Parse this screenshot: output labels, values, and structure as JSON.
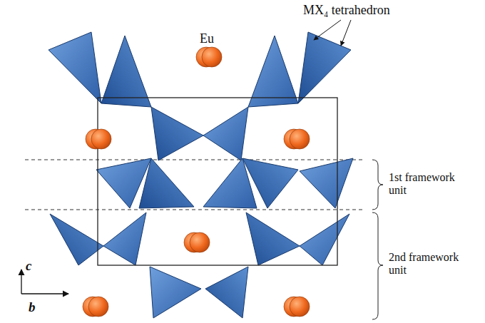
{
  "diagram": {
    "labels": [
      "MX₄ tetrahedron",
      "Eu",
      "1st framework unit",
      "2nd framework unit",
      "c",
      "b"
    ]
  }
}
